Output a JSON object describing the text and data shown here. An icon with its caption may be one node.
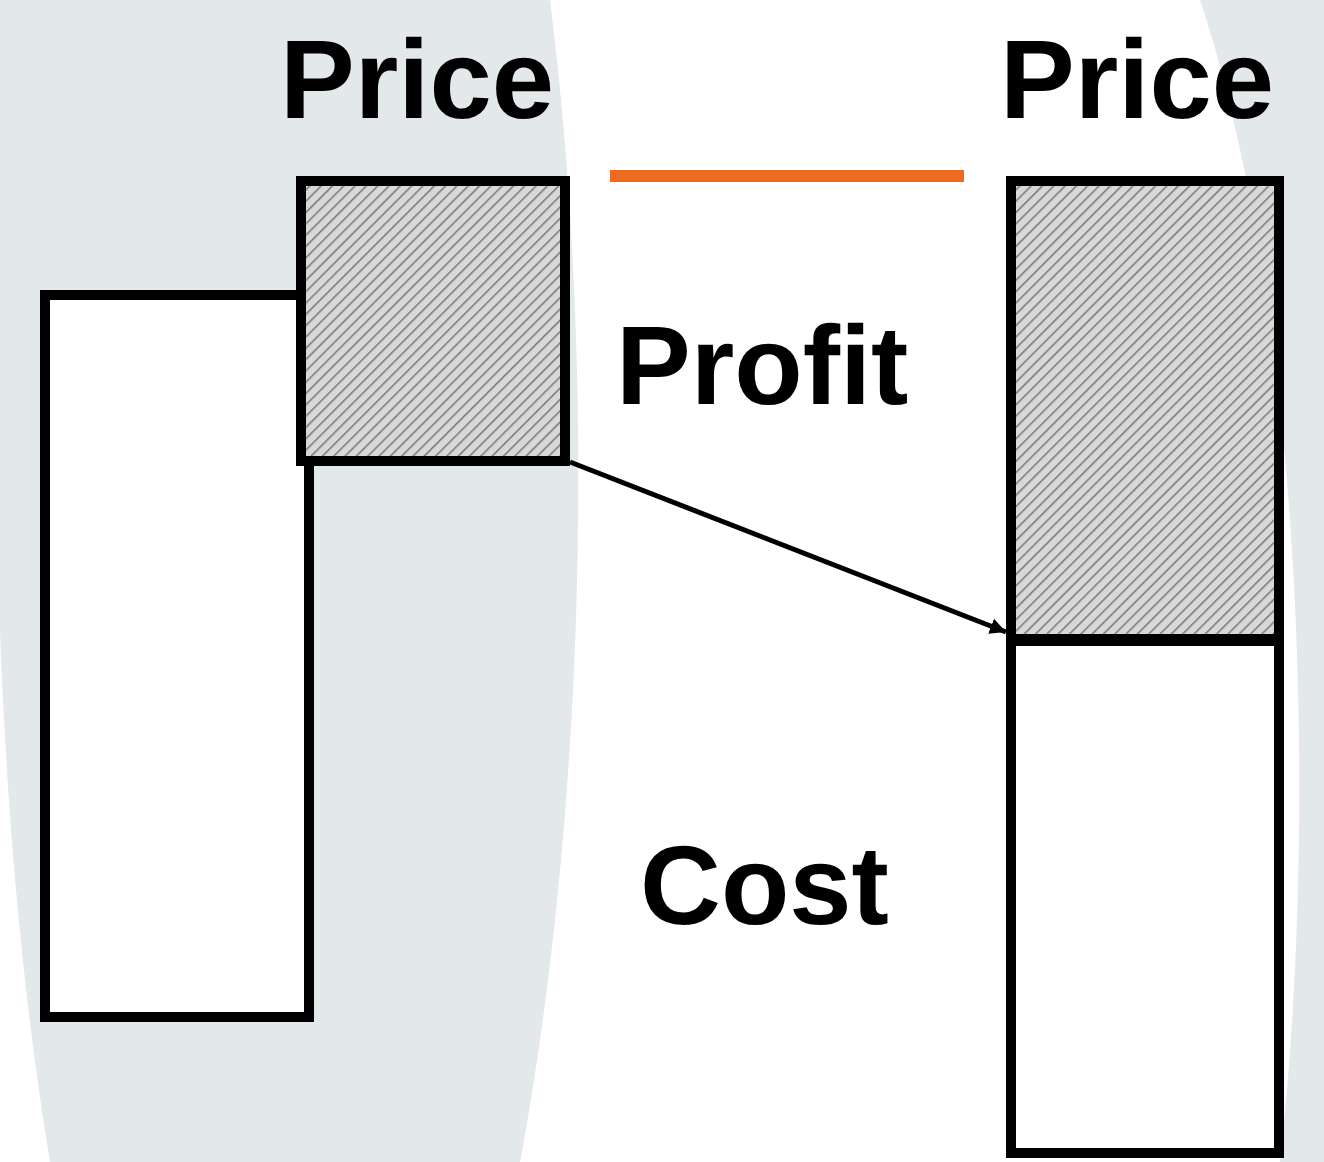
{
  "diagram": {
    "nodes": [
      {
        "text": [],
        "shape": "box"
      },
      {
        "text": [],
        "shape": "box"
      },
      {
        "text": [],
        "shape": "box"
      },
      {
        "text": [],
        "shape": "box"
      }
    ],
    "edges": [
      {
        "from": 1,
        "to": 2,
        "arrow": "to"
      }
    ],
    "labels": [
      "Price",
      "Price",
      "Profit",
      "Cost"
    ]
  }
}
